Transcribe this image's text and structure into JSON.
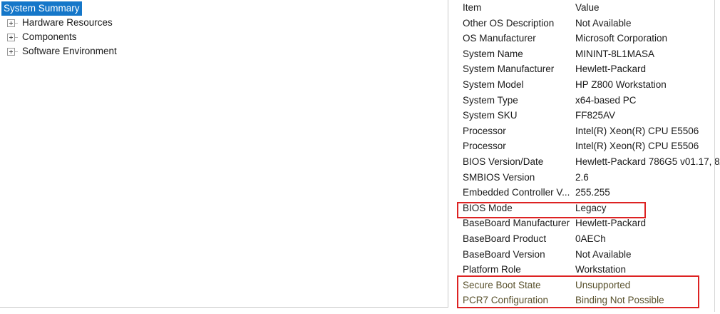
{
  "tree": {
    "name": "system-information-tree",
    "items": [
      {
        "label": "System Summary",
        "expandable": false,
        "selected": true
      },
      {
        "label": "Hardware Resources",
        "expandable": true,
        "selected": false
      },
      {
        "label": "Components",
        "expandable": true,
        "selected": false
      },
      {
        "label": "Software Environment",
        "expandable": true,
        "selected": false
      }
    ]
  },
  "detail": {
    "columns": [
      "Item",
      "Value"
    ],
    "rows": [
      {
        "item": "Other OS Description",
        "value": "Not Available",
        "flagged": false
      },
      {
        "item": "OS Manufacturer",
        "value": "Microsoft Corporation",
        "flagged": false
      },
      {
        "item": "System Name",
        "value": "MININT-8L1MASA",
        "flagged": false
      },
      {
        "item": "System Manufacturer",
        "value": "Hewlett-Packard",
        "flagged": false
      },
      {
        "item": "System Model",
        "value": "HP Z800 Workstation",
        "flagged": false
      },
      {
        "item": "System Type",
        "value": "x64-based PC",
        "flagged": false
      },
      {
        "item": "System SKU",
        "value": "FF825AV",
        "flagged": false
      },
      {
        "item": "Processor",
        "value": "Intel(R) Xeon(R) CPU          E5506",
        "flagged": false
      },
      {
        "item": "Processor",
        "value": "Intel(R) Xeon(R) CPU          E5506",
        "flagged": false
      },
      {
        "item": "BIOS Version/Date",
        "value": "Hewlett-Packard 786G5 v01.17, 8/",
        "flagged": false
      },
      {
        "item": "SMBIOS Version",
        "value": "2.6",
        "flagged": false
      },
      {
        "item": "Embedded Controller V...",
        "value": "255.255",
        "flagged": false
      },
      {
        "item": "BIOS Mode",
        "value": "Legacy",
        "flagged": false
      },
      {
        "item": "BaseBoard Manufacturer",
        "value": "Hewlett-Packard",
        "flagged": false
      },
      {
        "item": "BaseBoard Product",
        "value": "0AECh",
        "flagged": false
      },
      {
        "item": "BaseBoard Version",
        "value": "Not Available",
        "flagged": false
      },
      {
        "item": "Platform Role",
        "value": "Workstation",
        "flagged": false
      },
      {
        "item": "Secure Boot State",
        "value": "Unsupported",
        "flagged": true
      },
      {
        "item": "PCR7 Configuration",
        "value": "Binding Not Possible",
        "flagged": true
      }
    ]
  },
  "annotations": [
    {
      "name": "bios-mode-highlight",
      "target": "BIOS Mode",
      "color": "#dd2222"
    },
    {
      "name": "secure-boot-highlight",
      "target": "Secure Boot State",
      "color": "#dd2222"
    }
  ],
  "colors": {
    "selection_blue": "#1577c9",
    "annotation_red": "#dd2222",
    "flagged_text": "#59512c",
    "text": "#1a1a1a",
    "border": "#c9c9c9"
  }
}
